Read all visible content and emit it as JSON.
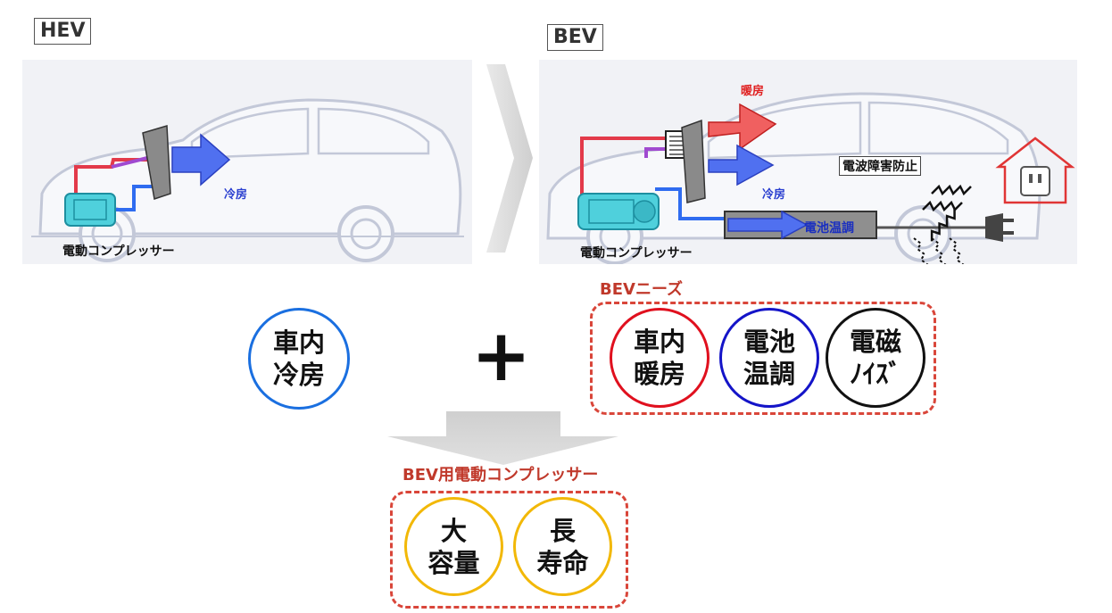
{
  "hev": {
    "tag": "HEV",
    "compressor_label": "電動コンプレッサー",
    "cooling_label": "冷房"
  },
  "bev": {
    "tag": "BEV",
    "compressor_label": "電動コンプレッサー",
    "heating_label": "暖房",
    "cooling_label": "冷房",
    "battery_label": "電池温調",
    "emi_label": "電波障害防止"
  },
  "needs": {
    "title": "BEVニーズ",
    "items": [
      {
        "line1": "車内",
        "line2": "暖房",
        "color": "#e0101e"
      },
      {
        "line1": "電池",
        "line2": "温調",
        "color": "#1414c8"
      },
      {
        "line1": "電磁",
        "line2": "ﾉｲｽﾞ",
        "color": "#111111"
      }
    ]
  },
  "base_need": {
    "line1": "車内",
    "line2": "冷房",
    "color": "#1a6fe0"
  },
  "plus_sign": "+",
  "result": {
    "title": "BEV用電動コンプレッサー",
    "items": [
      {
        "line1": "大",
        "line2": "容量",
        "color": "#f2b807"
      },
      {
        "line1": "長",
        "line2": "寿命",
        "color": "#f2b807"
      }
    ]
  },
  "colors": {
    "accent_red": "#c0392b",
    "dash_red": "#d9463a",
    "panel_bg": "#f1f2f6",
    "car_outline": "#c3c8d8",
    "compressor": "#4fd0dc",
    "arrow_blue": "#3d58e6",
    "arrow_red": "#ee3434"
  }
}
